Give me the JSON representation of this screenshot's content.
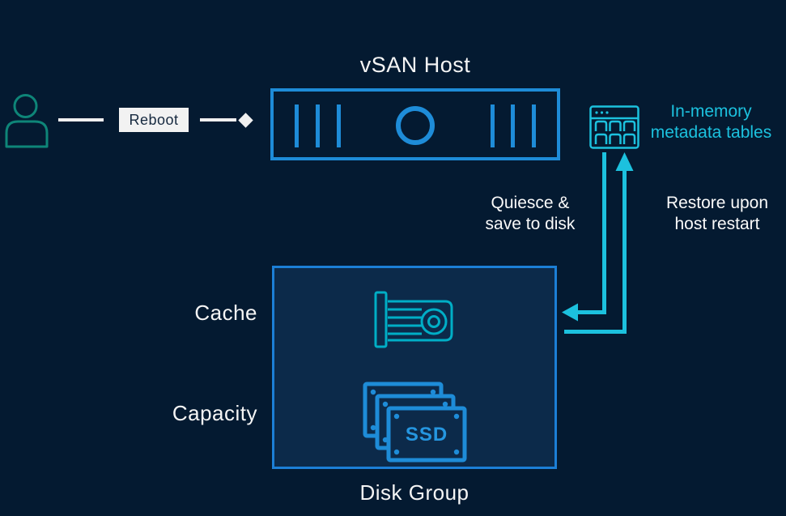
{
  "title": "vSAN Host",
  "actor_flow": {
    "reboot_label": "Reboot"
  },
  "memory_tables": {
    "label_line1": "In-memory",
    "label_line2": "metadata tables"
  },
  "flows": {
    "quiesce_line1": "Quiesce &",
    "quiesce_line2": "save to disk",
    "restore_line1": "Restore upon",
    "restore_line2": "host restart"
  },
  "disk_group": {
    "cache_label": "Cache",
    "capacity_label": "Capacity",
    "ssd_label": "SSD",
    "label": "Disk Group"
  },
  "colors": {
    "background": "#041A31",
    "panel_fill": "#0C2A4A",
    "accent_blue": "#1E8CD8",
    "accent_cyan": "#1CC1DE",
    "cache_icon_teal": "#00AEC6",
    "person_teal": "#0E8578",
    "text_white": "#F5F5F5",
    "button_bg": "#F2F2F2",
    "button_text": "#16293F"
  }
}
